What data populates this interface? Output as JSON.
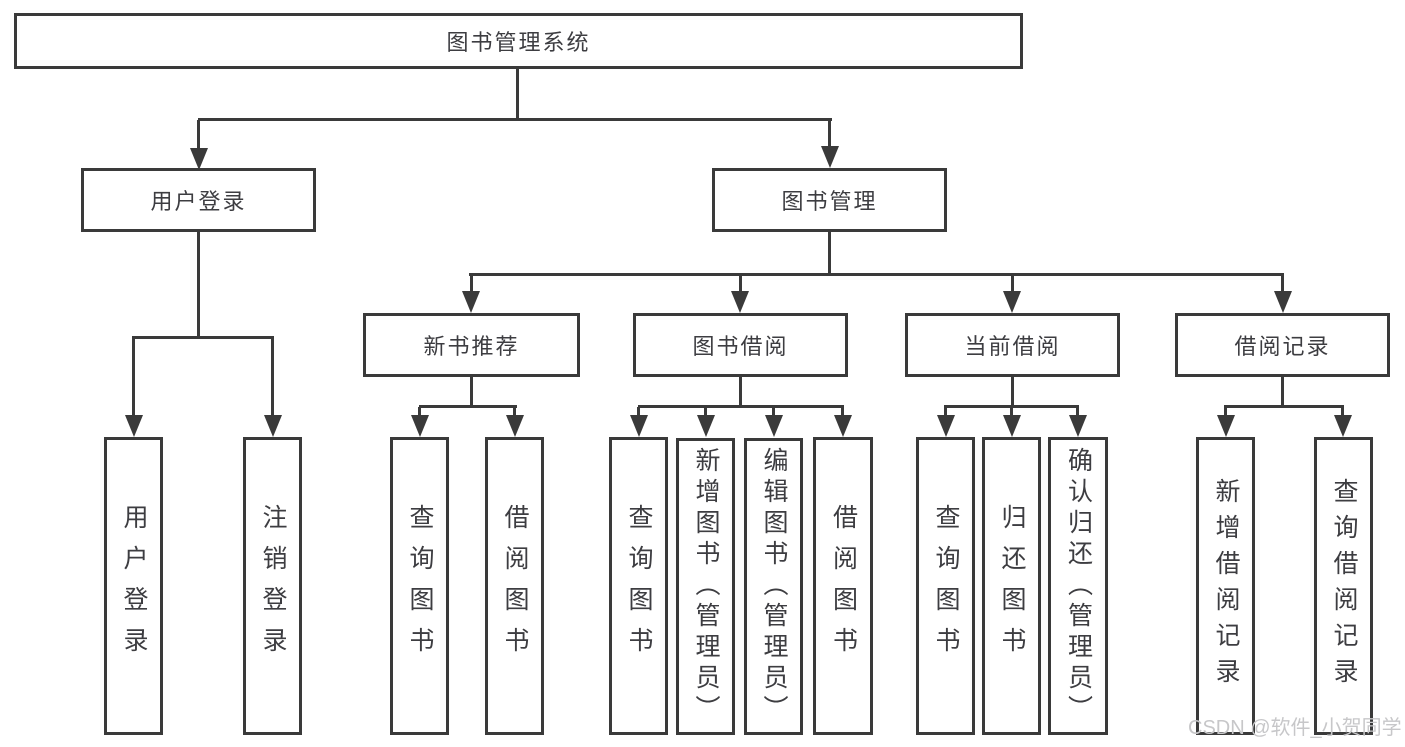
{
  "diagram": {
    "type": "tree",
    "root": {
      "label": "图书管理系统"
    },
    "level2": [
      {
        "id": "user-login",
        "label": "用户登录"
      },
      {
        "id": "book-management",
        "label": "图书管理"
      }
    ],
    "level3": [
      {
        "id": "new-book-recommend",
        "label": "新书推荐",
        "parent": "图书管理"
      },
      {
        "id": "book-borrow",
        "label": "图书借阅",
        "parent": "图书管理"
      },
      {
        "id": "current-borrow",
        "label": "当前借阅",
        "parent": "图书管理"
      },
      {
        "id": "borrow-record",
        "label": "借阅记录",
        "parent": "图书管理"
      }
    ],
    "leaves": [
      {
        "label": "用户登录",
        "parent": "用户登录"
      },
      {
        "label": "注销登录",
        "parent": "用户登录"
      },
      {
        "label": "查询图书",
        "parent": "新书推荐"
      },
      {
        "label": "借阅图书",
        "parent": "新书推荐"
      },
      {
        "label": "查询图书",
        "parent": "图书借阅"
      },
      {
        "label": "新增图书（管理员）",
        "parent": "图书借阅"
      },
      {
        "label": "编辑图书（管理员）",
        "parent": "图书借阅"
      },
      {
        "label": "借阅图书",
        "parent": "图书借阅"
      },
      {
        "label": "查询图书",
        "parent": "当前借阅"
      },
      {
        "label": "归还图书",
        "parent": "当前借阅"
      },
      {
        "label": "确认归还（管理员）",
        "parent": "当前借阅"
      },
      {
        "label": "新增借阅记录",
        "parent": "借阅记录"
      },
      {
        "label": "查询借阅记录",
        "parent": "借阅记录"
      }
    ]
  },
  "watermark": {
    "text": "CSDN @软件_小贺同学"
  },
  "colors": {
    "line": "#3a3a3a",
    "text": "#3d3d41",
    "background": "#ffffff",
    "watermark": "#c7c7c9"
  }
}
